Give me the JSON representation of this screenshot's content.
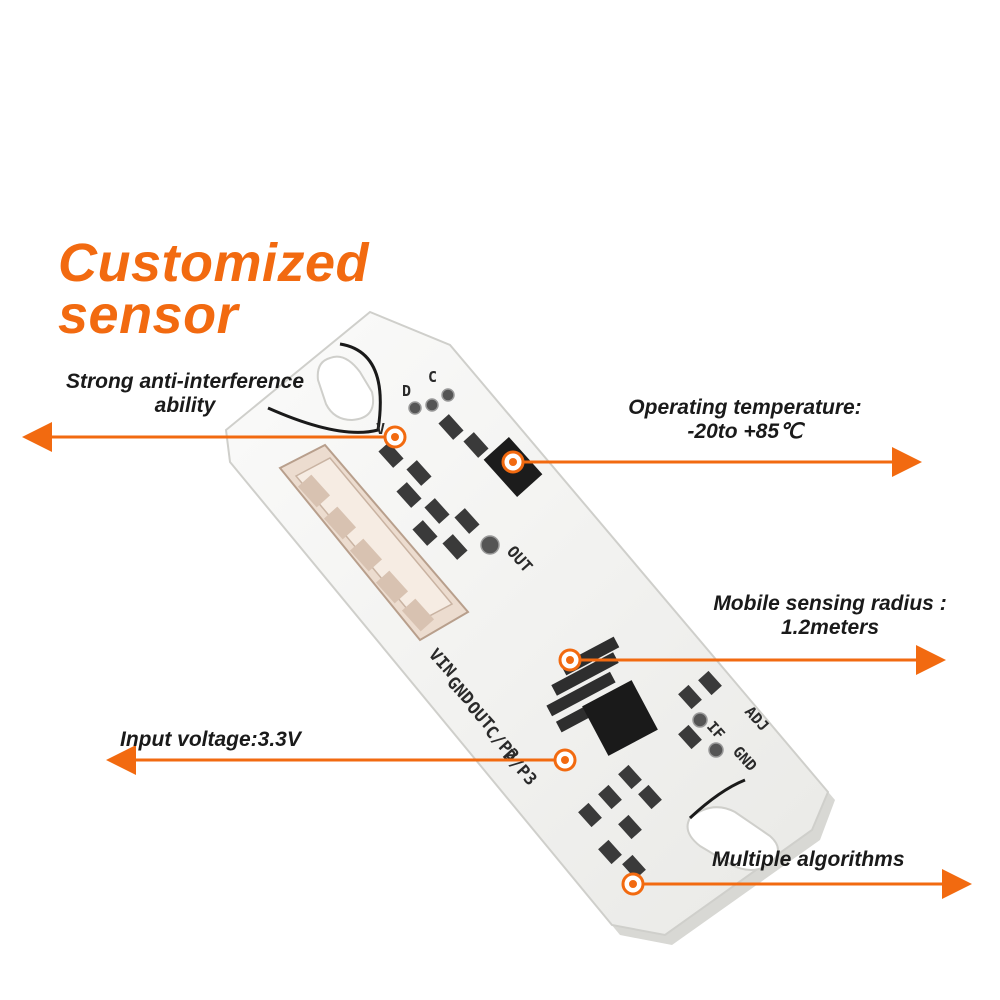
{
  "title": {
    "line1": "Customized",
    "line2": "sensor"
  },
  "colors": {
    "accent": "#f26a10",
    "board": "#f4f4f2",
    "connector": "#e8d6c8"
  },
  "features": {
    "interference": {
      "line1": "Strong anti-interference",
      "line2": "ability"
    },
    "temperature": {
      "line1": "Operating temperature:",
      "line2": "-20to +85℃"
    },
    "radius": {
      "line1": "Mobile sensing radius :",
      "line2": "1.2meters"
    },
    "voltage": {
      "line1": "Input voltage:3.3V"
    },
    "algorithms": {
      "line1": "Multiple algorithms"
    }
  },
  "board": {
    "silk_top": [
      "C",
      "D",
      "V"
    ],
    "silk_out": "OUT",
    "silk_pins": [
      "VIN",
      "GND",
      "OUT",
      "C/P2",
      "D/P3"
    ],
    "silk_adj": "ADJ",
    "silk_if": "IF",
    "silk_gnd": "GND"
  }
}
